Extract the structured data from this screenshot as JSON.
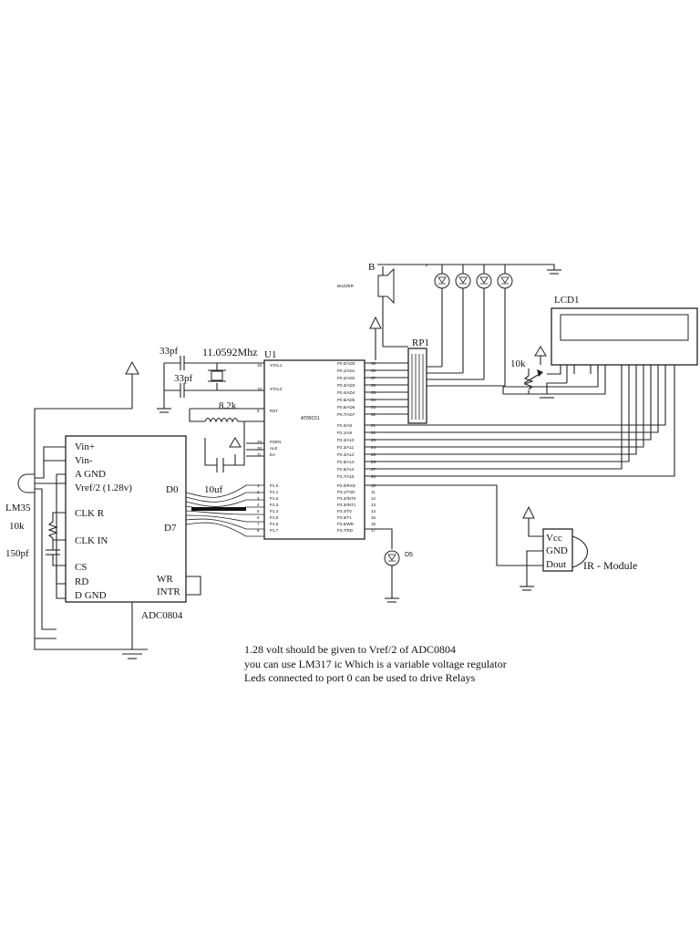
{
  "adc": {
    "name": "ADC0804",
    "pins_left": [
      "Vin+",
      "Vin-",
      "A GND",
      "Vref/2 (1.28v)",
      "CLK R",
      "CLK IN",
      "CS",
      "RD",
      "D GND"
    ],
    "pins_right": [
      "D0",
      "D7",
      "WR",
      "INTR"
    ]
  },
  "components": {
    "sensor": "LM35",
    "res_clk": "10k",
    "cap_clk": "150pf",
    "cap1": "33pf",
    "cap2": "33pf",
    "crystal": "11.0592Mhz",
    "res_reset": "8.2k",
    "cap_reset": "10uf",
    "pot": "10k",
    "buzzer_ref": "B",
    "buzzer_name": "BUZZER",
    "resnet": "RP1",
    "led_ref": "D5",
    "lcd_ref": "LCD1"
  },
  "mcu": {
    "ref": "U1",
    "name": "AT89C51",
    "left_pins": [
      {
        "num": "19",
        "name": "XTAL1"
      },
      {
        "num": "18",
        "name": "XTAL2"
      },
      {
        "num": "9",
        "name": "RST"
      },
      {
        "num": "29",
        "name": "PSEN"
      },
      {
        "num": "30",
        "name": "ALE"
      },
      {
        "num": "31",
        "name": "EA"
      },
      {
        "num": "1",
        "name": "P1.0"
      },
      {
        "num": "2",
        "name": "P1.1"
      },
      {
        "num": "3",
        "name": "P1.2"
      },
      {
        "num": "4",
        "name": "P1.3"
      },
      {
        "num": "5",
        "name": "P1.4"
      },
      {
        "num": "6",
        "name": "P1.5"
      },
      {
        "num": "7",
        "name": "P1.6"
      },
      {
        "num": "8",
        "name": "P1.7"
      }
    ],
    "right_pins": [
      {
        "num": "39",
        "name": "P0.0/AD0"
      },
      {
        "num": "38",
        "name": "P0.1/AD1"
      },
      {
        "num": "37",
        "name": "P0.2/AD2"
      },
      {
        "num": "36",
        "name": "P0.3/AD3"
      },
      {
        "num": "35",
        "name": "P0.4/AD4"
      },
      {
        "num": "34",
        "name": "P0.5/AD5"
      },
      {
        "num": "33",
        "name": "P0.6/AD6"
      },
      {
        "num": "32",
        "name": "P0.7/AD7"
      },
      {
        "num": "21",
        "name": "P2.0/A8"
      },
      {
        "num": "22",
        "name": "P2.1/A9"
      },
      {
        "num": "23",
        "name": "P2.2/A10"
      },
      {
        "num": "24",
        "name": "P2.3/A11"
      },
      {
        "num": "25",
        "name": "P2.4/A12"
      },
      {
        "num": "26",
        "name": "P2.5/A13"
      },
      {
        "num": "27",
        "name": "P2.6/A14"
      },
      {
        "num": "28",
        "name": "P2.7/A15"
      },
      {
        "num": "10",
        "name": "P3.0/RXD"
      },
      {
        "num": "11",
        "name": "P3.1/TXD"
      },
      {
        "num": "12",
        "name": "P3.2/INT0"
      },
      {
        "num": "13",
        "name": "P3.3/INT1"
      },
      {
        "num": "14",
        "name": "P3.4/T0"
      },
      {
        "num": "15",
        "name": "P3.5/T1"
      },
      {
        "num": "16",
        "name": "P3.6/WR"
      },
      {
        "num": "17",
        "name": "P3.7/RD"
      }
    ]
  },
  "ir": {
    "pins": [
      "Vcc",
      "GND",
      "Dout"
    ],
    "label": "IR - Module"
  },
  "notes": [
    "1.28 volt should be given to Vref/2 of ADC0804",
    "you can use LM317 ic Which is a variable voltage regulator",
    "Leds connected to port 0 can be used to drive Relays"
  ]
}
